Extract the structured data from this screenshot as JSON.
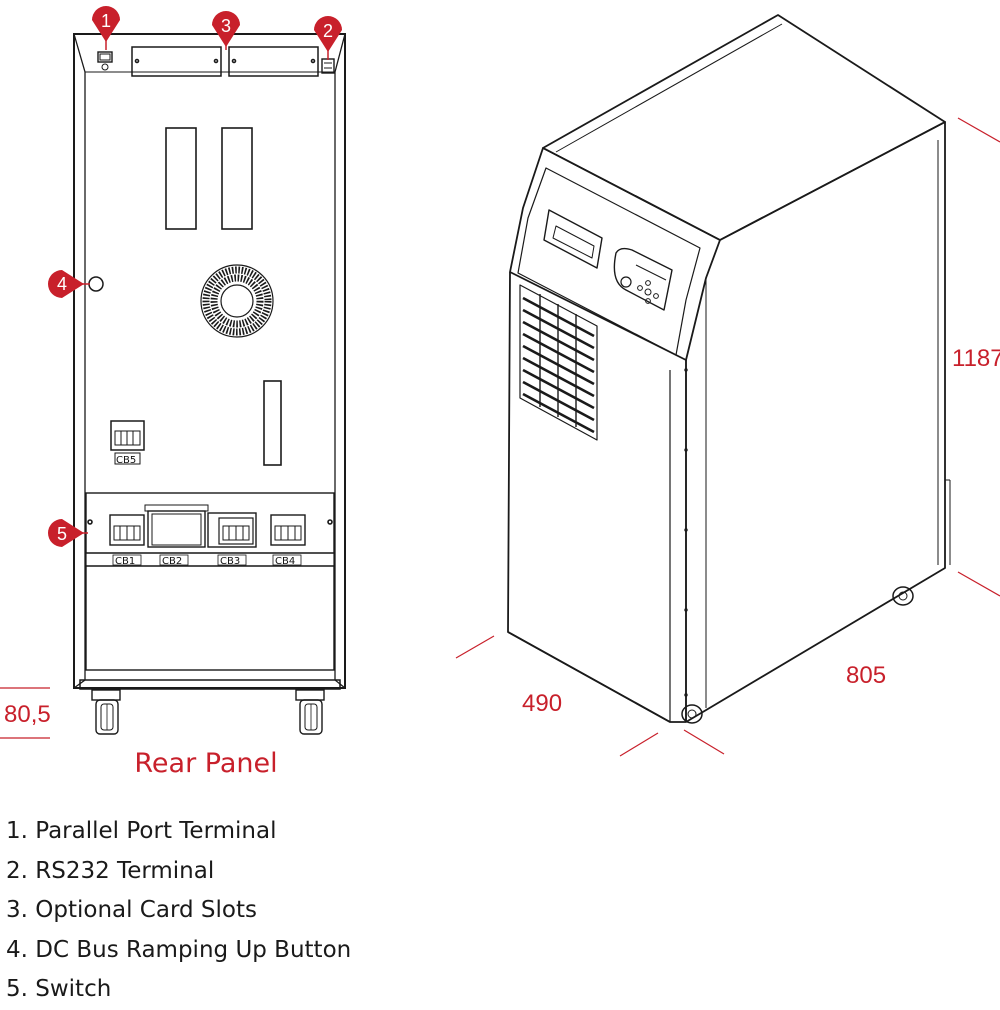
{
  "rear_panel_title": "Rear Panel",
  "colors": {
    "accent": "#c8202b",
    "line": "#1a1a1a"
  },
  "markers": [
    {
      "number": "1",
      "target": "parallel-port-terminal"
    },
    {
      "number": "2",
      "target": "rs232-terminal"
    },
    {
      "number": "3",
      "target": "optional-card-slots"
    },
    {
      "number": "4",
      "target": "dc-bus-ramping-up-button"
    },
    {
      "number": "5",
      "target": "switch"
    }
  ],
  "breaker_labels": {
    "cb1": "CB1",
    "cb2": "CB2",
    "cb3": "CB3",
    "cb4": "CB4",
    "cb5": "CB5"
  },
  "dimensions": {
    "height": "1187",
    "depth": "805",
    "width": "490",
    "wheel_height": "80,5"
  },
  "legend": [
    "1. Parallel Port Terminal",
    "2. RS232 Terminal",
    "3. Optional Card Slots",
    "4. DC Bus Ramping Up Button",
    "5. Switch"
  ]
}
